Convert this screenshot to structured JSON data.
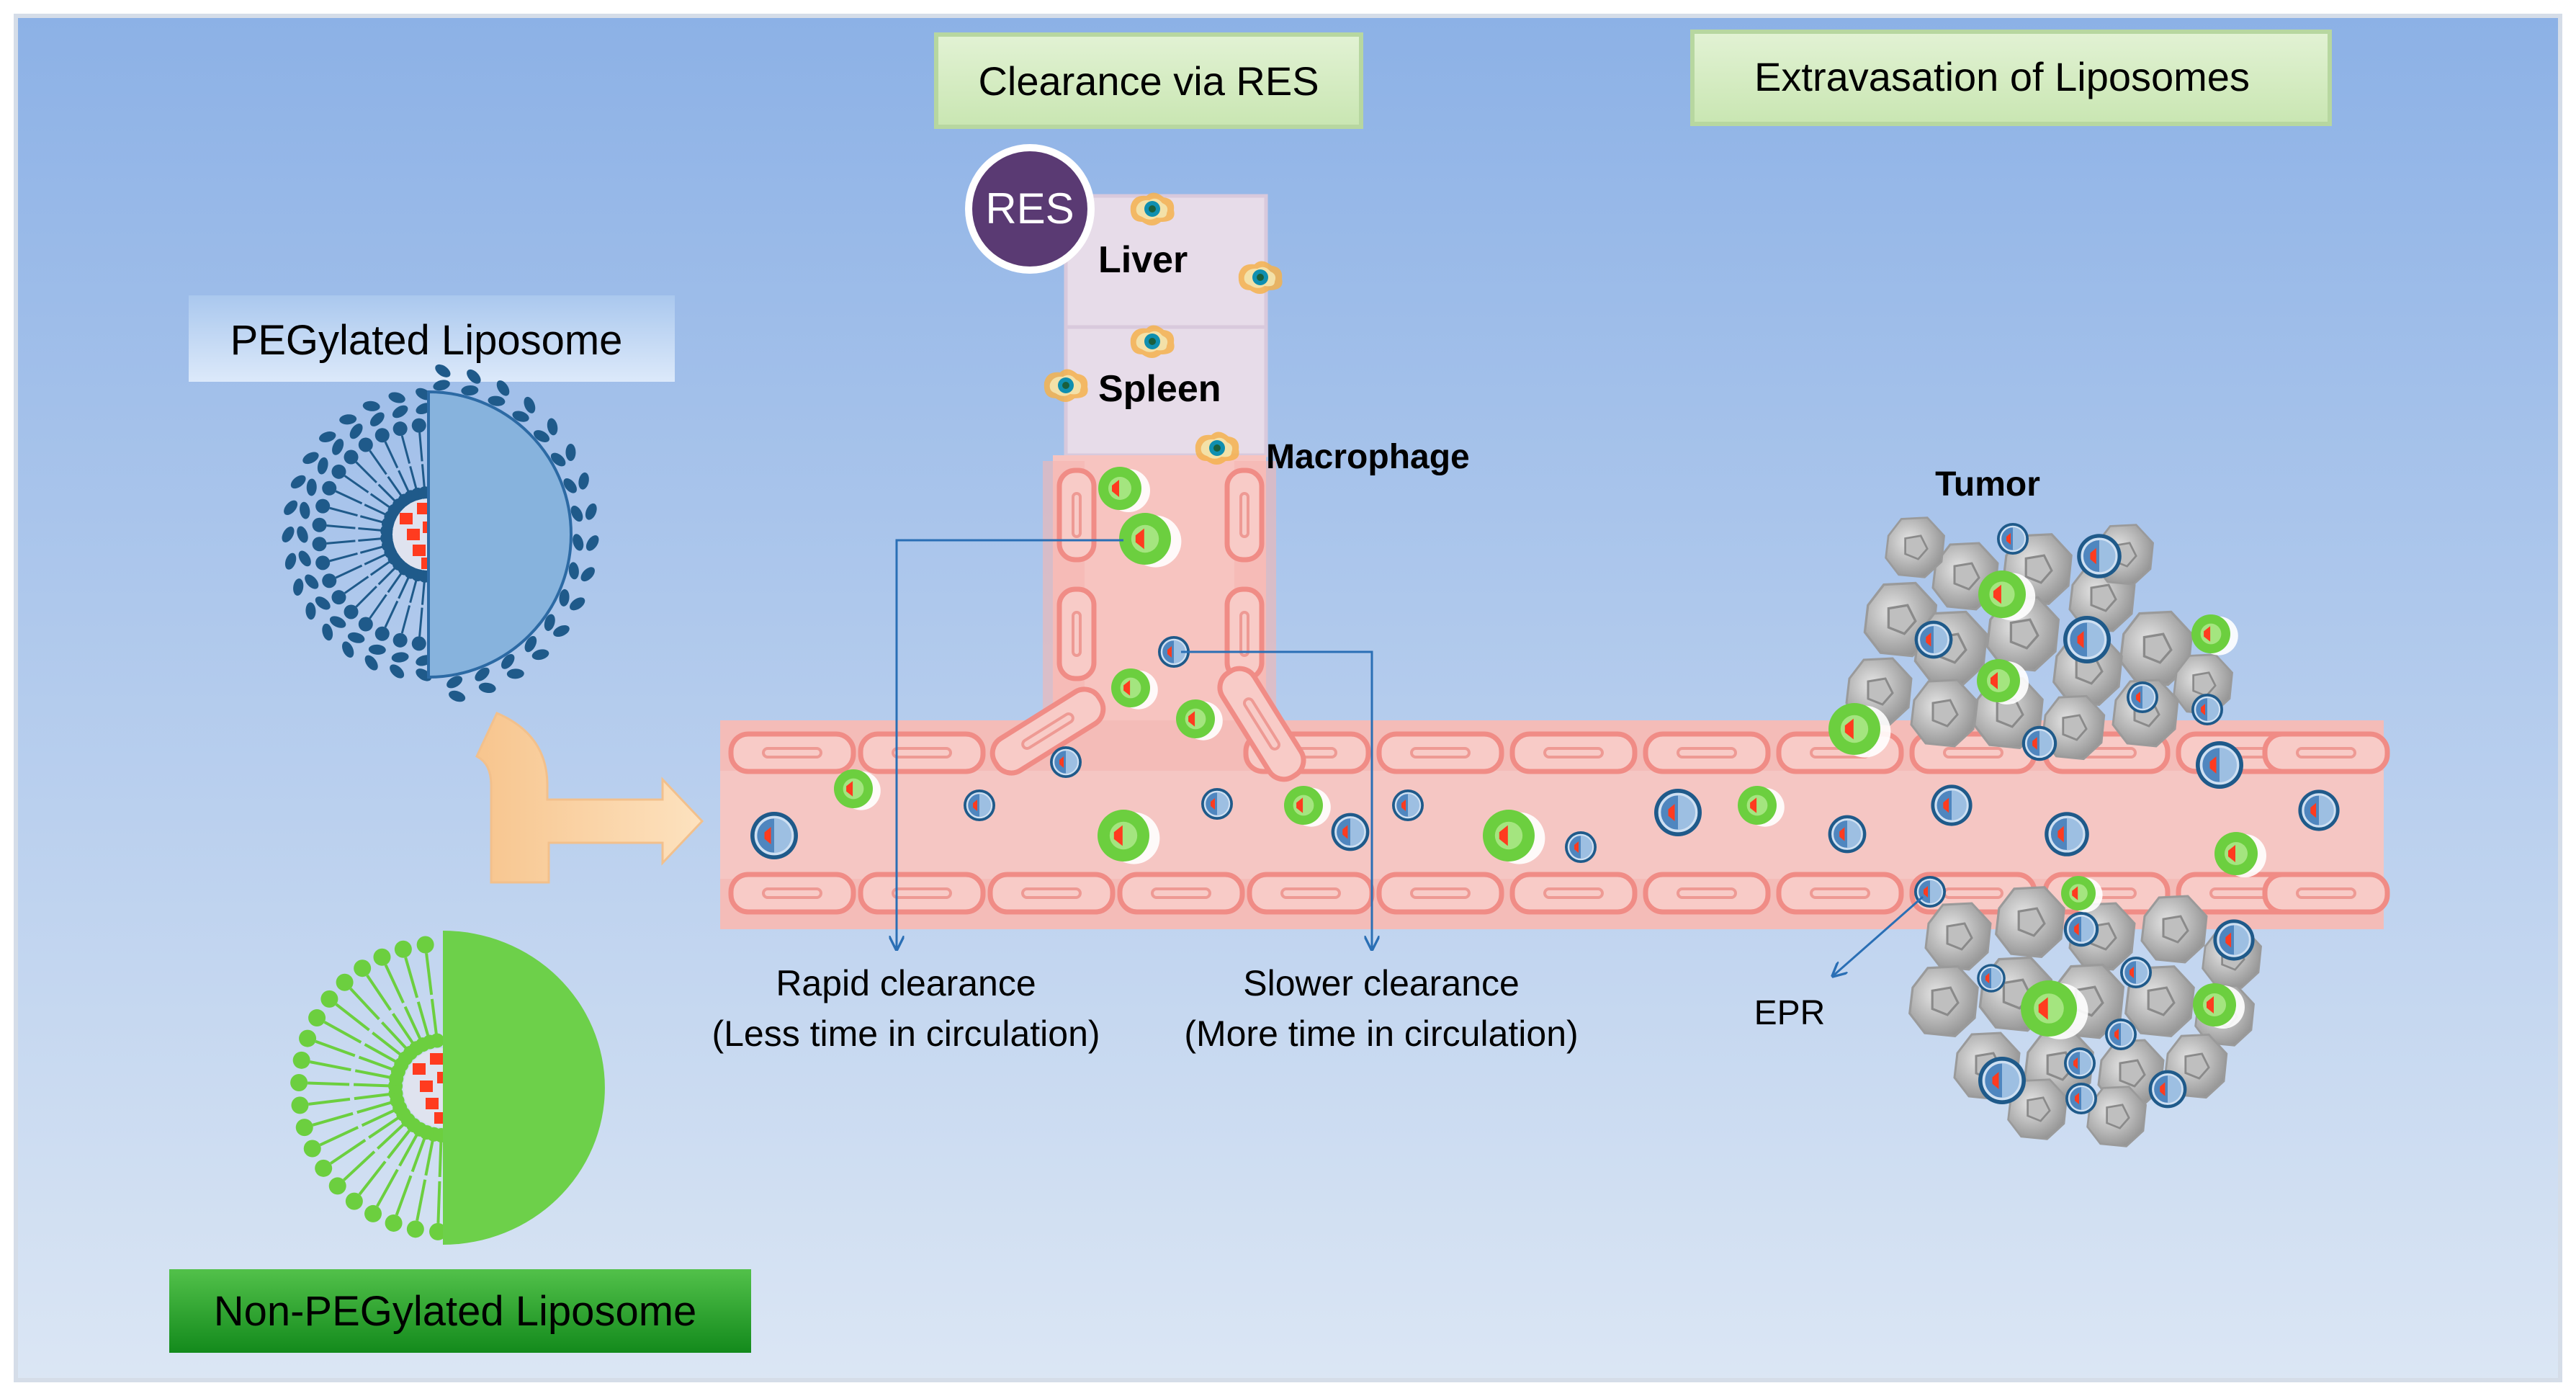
{
  "headers": {
    "clearance": "Clearance via RES",
    "extravasation": "Extravasation of Liposomes"
  },
  "liposomes": {
    "pegylated": "PEGylated Liposome",
    "non_pegylated": "Non-PEGylated Liposome"
  },
  "res": {
    "badge": "RES",
    "liver": "Liver",
    "spleen": "Spleen",
    "macrophage": "Macrophage"
  },
  "clearance": {
    "rapid_line1": "Rapid clearance",
    "rapid_line2": "(Less time in circulation)",
    "slow_line1": "Slower clearance",
    "slow_line2": "(More time in circulation)"
  },
  "tumor": {
    "label": "Tumor",
    "epr": "EPR"
  },
  "colors": {
    "background_top": "#8fb3e6",
    "background_bottom": "#d7e4f4",
    "vessel": "#f5c6c3",
    "vessel_cell": "#f7a4a0",
    "peg_blue": "#1f5a8a",
    "lipo_green": "#6ccf3f",
    "drug_red": "#ff3b1f",
    "res_purple": "#5a3a73"
  }
}
